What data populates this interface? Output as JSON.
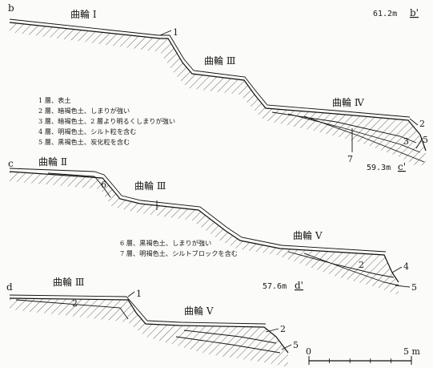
{
  "sections": {
    "b": {
      "start": "b",
      "end": "b'",
      "elevation": "61.2m",
      "kuruwa": [
        "曲輪 I",
        "曲輪 Ⅲ",
        "曲輪 Ⅳ"
      ],
      "layer_numbers": [
        "1",
        "2",
        "3",
        "5",
        "7"
      ]
    },
    "c": {
      "start": "c",
      "end": "c'",
      "elevation": "59.3m",
      "kuruwa": [
        "曲輪 Ⅱ",
        "曲輪 Ⅲ",
        "曲輪 Ⅴ"
      ],
      "layer_numbers": [
        "6",
        "2",
        "4",
        "5"
      ]
    },
    "d": {
      "start": "d",
      "end": "d'",
      "elevation": "57.6m",
      "kuruwa": [
        "曲輪 Ⅲ",
        "曲輪 Ⅴ"
      ],
      "layer_numbers": [
        "1",
        "2",
        "2",
        "5"
      ]
    }
  },
  "legend_a": [
    "1 層、表土",
    "2 層、暗褐色土、しまりが強い",
    "3 層、暗褐色土、2 層より明るくしまりが強い",
    "4 層、明褐色土、シルト粒を含む",
    "5 層、黒褐色土、炭化粒を含む"
  ],
  "legend_b": [
    "6 層、黒褐色土、しまりが強い",
    "7 層、明褐色土、シルトブロックを含む"
  ],
  "scale": {
    "zero": "0",
    "max": "5 m"
  },
  "colors": {
    "ink": "#111111",
    "paper": "#fbfbf9"
  }
}
